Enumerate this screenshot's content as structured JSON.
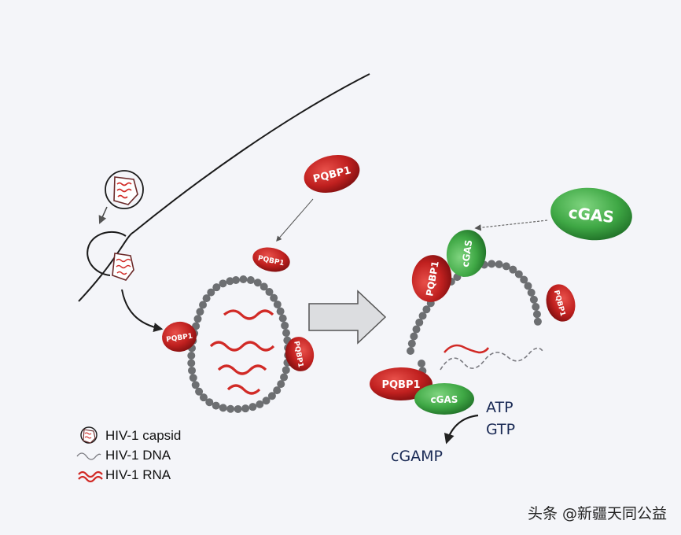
{
  "colors": {
    "background": "#f4f5f9",
    "pqbp1": "#c0201f",
    "pqbp1_dark": "#7e0f10",
    "cgas": "#3fa845",
    "cgas_dark": "#1f6f27",
    "bead": "#6d6f72",
    "rna": "#d12a26",
    "dna": "#7a7a80",
    "membrane": "#1a1a1a",
    "text_dark": "#1a2a55"
  },
  "molecules": {
    "pqbp1_label": "PQBP1",
    "cgas_label": "cGAS"
  },
  "products": {
    "atp": "ATP",
    "gtp": "GTP",
    "cgamp": "cGAMP"
  },
  "legend": {
    "capsid": "HIV-1 capsid",
    "dna": "HIV-1 DNA",
    "rna": "HIV-1 RNA"
  },
  "watermark": {
    "text": "头条 @新疆天同公益"
  }
}
